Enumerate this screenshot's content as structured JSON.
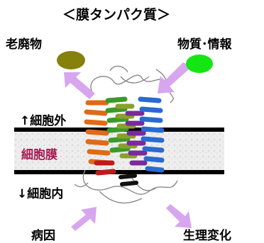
{
  "title": "＜膜タンパク質＞",
  "labels": {
    "waste": "老廃物",
    "substance_info": "物質･情報",
    "outside_cell": "↑細胞外",
    "membrane": "細胞膜",
    "inside_cell": "↓細胞内",
    "disease": "病因",
    "physiology": "生理変化"
  },
  "colors": {
    "membrane_label": "#a31a52",
    "waste_blob": "#86800d",
    "info_blob": "#13e613",
    "arrows": "#d7a6ef"
  }
}
